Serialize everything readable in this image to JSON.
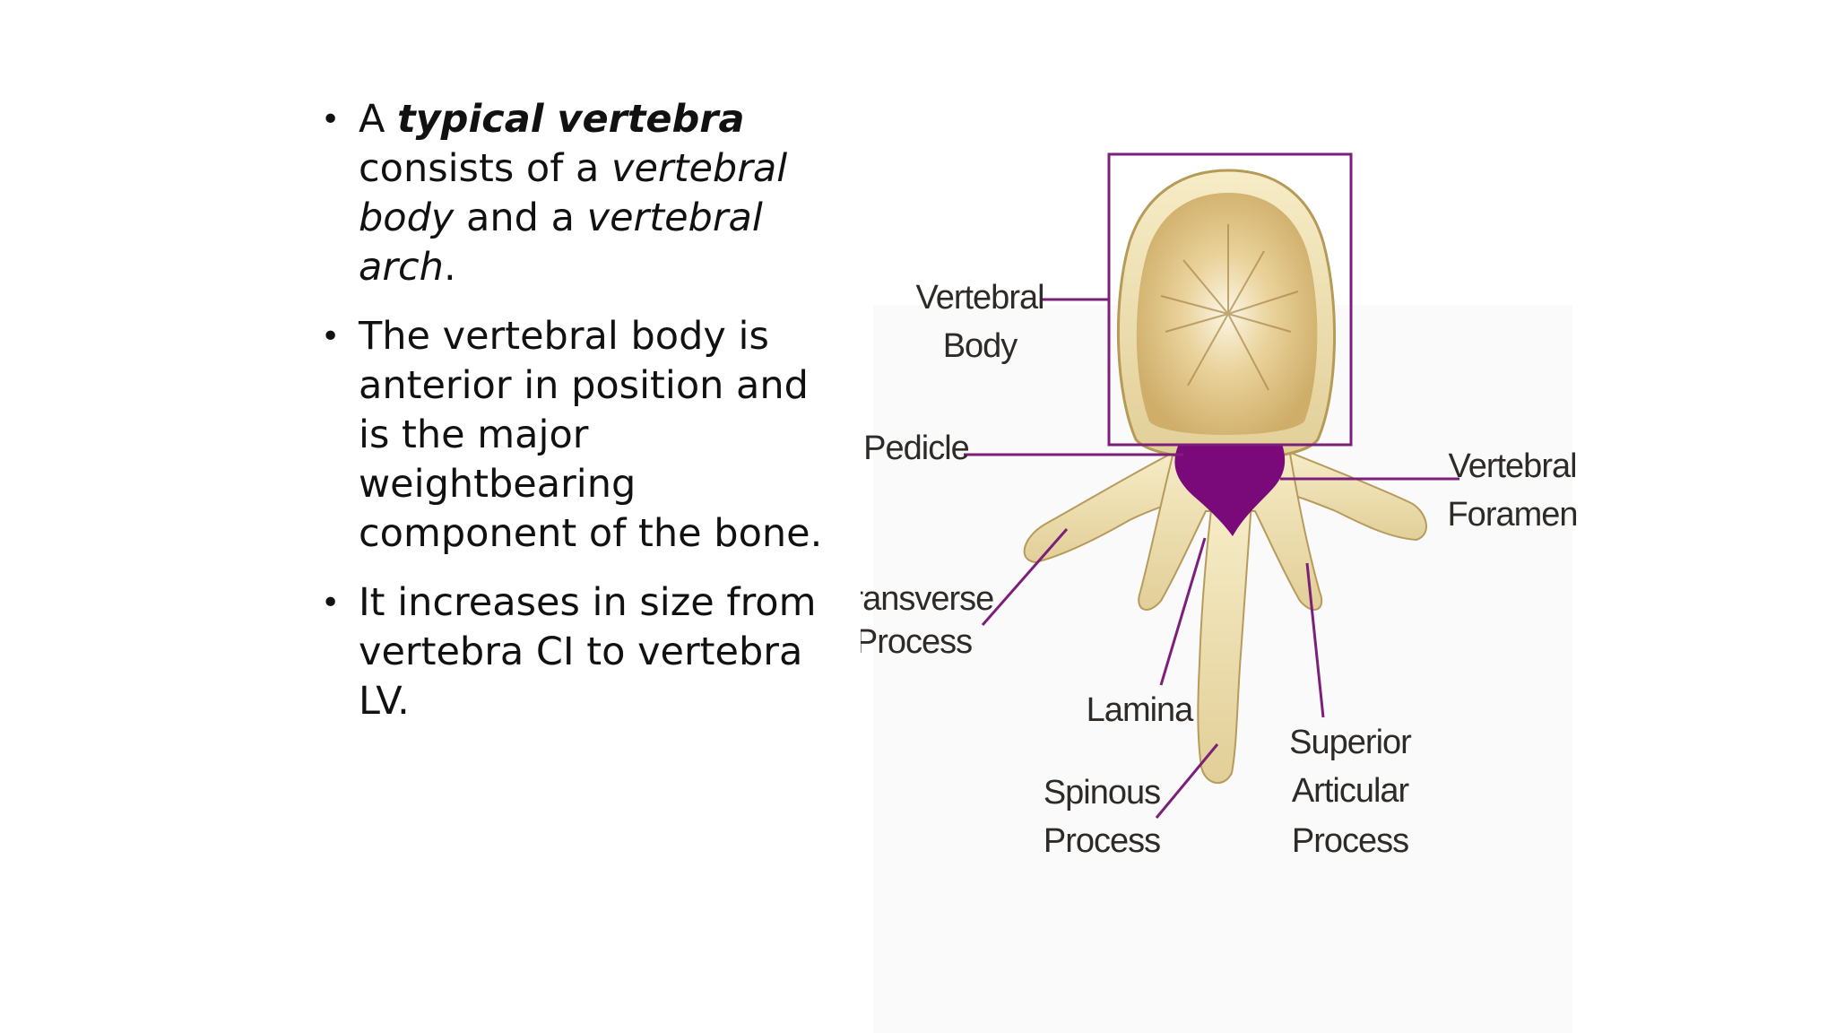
{
  "bullets": [
    {
      "parts": [
        {
          "text": "A ",
          "style": "normal"
        },
        {
          "text": "typical vertebra",
          "style": "bold-italic"
        },
        {
          "text": " consists of a ",
          "style": "normal"
        },
        {
          "text": "vertebral body",
          "style": "italic"
        },
        {
          "text": " and a ",
          "style": "normal"
        },
        {
          "text": "vertebral arch",
          "style": "italic"
        },
        {
          "text": ".",
          "style": "normal"
        }
      ]
    },
    {
      "parts": [
        {
          "text": "The vertebral body is anterior in position and is the major weightbearing component of the bone.",
          "style": "normal"
        }
      ]
    },
    {
      "parts": [
        {
          "text": "It increases in size from vertebra CI to vertebra LV.",
          "style": "normal"
        }
      ]
    }
  ],
  "diagram": {
    "labels": {
      "vertebral_body_1": "Vertebral",
      "vertebral_body_2": "Body",
      "pedicle": "Pedicle",
      "vertebral_foramen_1": "Vertebral",
      "vertebral_foramen_2": "Foramen",
      "transverse_process_1": "Transverse",
      "transverse_process_2": "Process",
      "lamina": "Lamina",
      "spinous_process_1": "Spinous",
      "spinous_process_2": "Process",
      "superior_articular_1": "Superior",
      "superior_articular_2": "Articular",
      "superior_articular_3": "Process"
    },
    "colors": {
      "leader_line": "#7b1f7a",
      "foramen_fill": "#7a0a7a",
      "bone": "#efe2b4",
      "bone_shadow": "#c9ad6c",
      "label_text": "#2e2a28"
    }
  }
}
